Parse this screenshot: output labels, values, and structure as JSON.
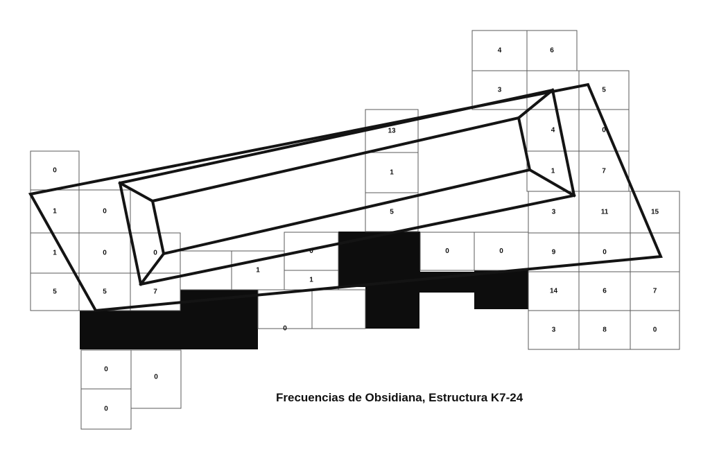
{
  "title": "Frecuencias de Obsidiana, Estructura K7-24",
  "colors": {
    "grid_line": "#5a5a5a",
    "wall_line": "#141414",
    "fill": "#0d0d0d",
    "background": "#ffffff"
  },
  "cells": [
    {
      "id": "c01",
      "value": "4"
    },
    {
      "id": "c02",
      "value": "6"
    },
    {
      "id": "c03",
      "value": "3"
    },
    {
      "id": "c04",
      "value": ""
    },
    {
      "id": "c05",
      "value": "5"
    },
    {
      "id": "c06",
      "value": "4"
    },
    {
      "id": "c07",
      "value": "0"
    },
    {
      "id": "c08",
      "value": "1"
    },
    {
      "id": "c09",
      "value": "7"
    },
    {
      "id": "c10",
      "value": "3"
    },
    {
      "id": "c11",
      "value": "11"
    },
    {
      "id": "c12",
      "value": "15"
    },
    {
      "id": "c13",
      "value": "9"
    },
    {
      "id": "c14",
      "value": "0"
    },
    {
      "id": "c15",
      "value": ""
    },
    {
      "id": "c16",
      "value": "14"
    },
    {
      "id": "c17",
      "value": "6"
    },
    {
      "id": "c18",
      "value": "7"
    },
    {
      "id": "c19",
      "value": "3"
    },
    {
      "id": "c20",
      "value": "8"
    },
    {
      "id": "c21",
      "value": "0"
    },
    {
      "id": "c22",
      "value": "13"
    },
    {
      "id": "c23",
      "value": "1"
    },
    {
      "id": "c24",
      "value": "5"
    },
    {
      "id": "c25",
      "value": "0"
    },
    {
      "id": "c26",
      "value": "0"
    },
    {
      "id": "c27",
      "value": "0"
    },
    {
      "id": "c28",
      "value": "1"
    },
    {
      "id": "c29",
      "value": "0"
    },
    {
      "id": "c30",
      "value": ""
    },
    {
      "id": "c31",
      "value": "1"
    },
    {
      "id": "c32",
      "value": ""
    },
    {
      "id": "c33",
      "value": "0"
    },
    {
      "id": "c34",
      "value": "1"
    },
    {
      "id": "c35",
      "value": "0"
    },
    {
      "id": "c36",
      "value": "1"
    },
    {
      "id": "c37",
      "value": "0"
    },
    {
      "id": "c38",
      "value": "0"
    },
    {
      "id": "c39",
      "value": "5"
    },
    {
      "id": "c40",
      "value": "5"
    },
    {
      "id": "c41",
      "value": "7"
    },
    {
      "id": "c42",
      "value": "0"
    },
    {
      "id": "c43",
      "value": "0"
    },
    {
      "id": "c44",
      "value": "0"
    }
  ]
}
